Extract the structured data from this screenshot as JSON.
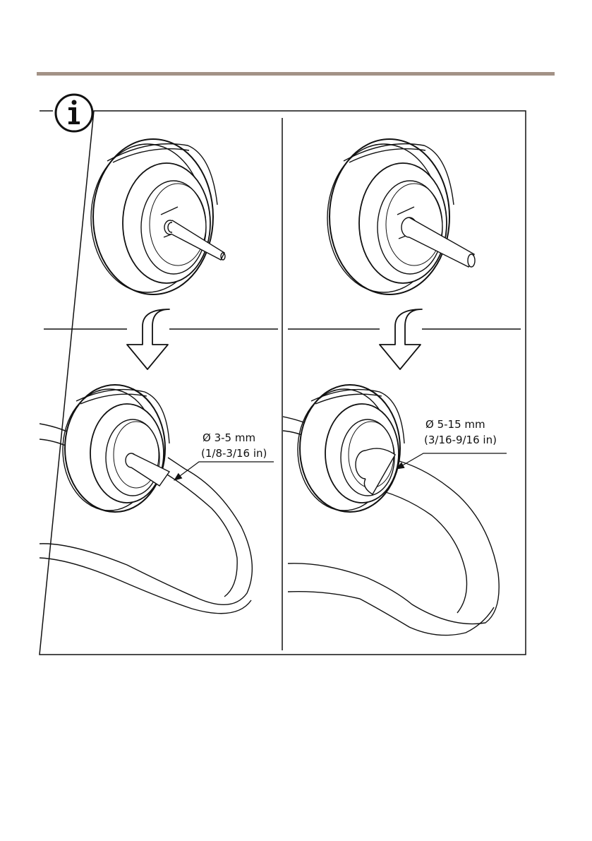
{
  "colors": {
    "rule": "#a39286",
    "ink": "#111111",
    "paper": "#ffffff"
  },
  "info_icon": {
    "icon": "info-icon",
    "glyph": "i"
  },
  "panels": {
    "left": {
      "diameter_mm": "Ø 3-5 mm",
      "diameter_in": "(1/8-3/16 in)"
    },
    "right": {
      "diameter_mm": "Ø 5-15 mm",
      "diameter_in": "(3/16-9/16 in)"
    }
  }
}
